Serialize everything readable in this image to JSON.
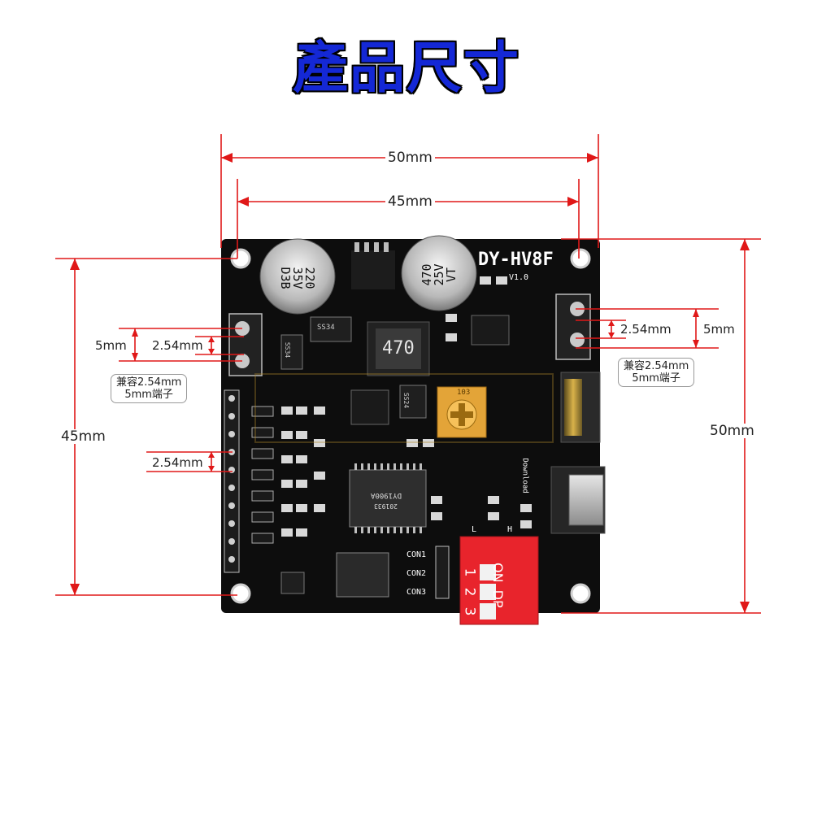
{
  "title": "產品尺寸",
  "dimensions": {
    "width_outer": "50mm",
    "width_inner": "45mm",
    "height_left": "45mm",
    "height_right": "50mm",
    "left_pitch_outer": "5mm",
    "left_pitch_inner": "2.54mm",
    "header_pitch": "2.54mm",
    "right_pitch_inner": "2.54mm",
    "right_pitch_outer": "5mm"
  },
  "notes": {
    "left": {
      "line1": "兼容2.54mm",
      "line2": "5mm端子"
    },
    "right": {
      "line1": "兼容2.54mm",
      "line2": "5mm端子"
    }
  },
  "board": {
    "model": "DY-HV8F",
    "version": "V1.0",
    "cap_left": {
      "line1": "220",
      "line2": "35V",
      "line3": "D3B"
    },
    "cap_right": {
      "line1": "470",
      "line2": "25V",
      "line3": "VT"
    },
    "inductor": "470",
    "chip_main": "DY1900A",
    "chip_main_sub": "201933",
    "pot": "103",
    "download": "Download",
    "con1": "CON1",
    "con2": "CON2",
    "con3": "CON3",
    "switch_on": "ON",
    "switch_dp": "DP",
    "switch_numbers": [
      "1",
      "2",
      "3"
    ],
    "label_l": "L",
    "label_h": "H",
    "diode1": "SS34",
    "diode2": "SS34",
    "diode3": "SS24"
  },
  "colors": {
    "title": "#1428d6",
    "dimension_line": "#e01818",
    "board": "#0d0d0d",
    "switch": "#e8242c"
  }
}
